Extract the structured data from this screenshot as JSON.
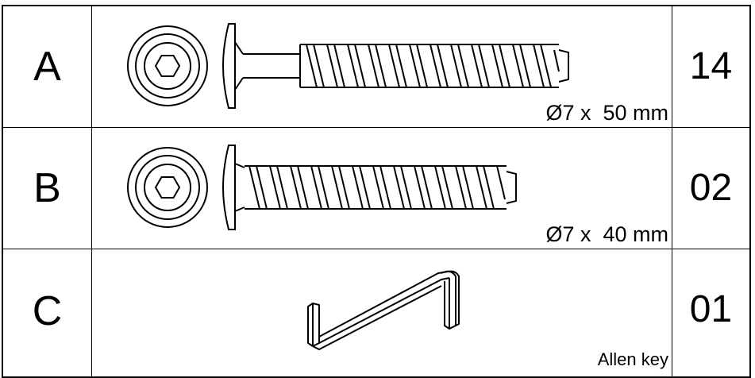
{
  "parts": [
    {
      "letter": "A",
      "quantity": "14",
      "label": "Ø7 x  50 mm",
      "icon": "screw-icon"
    },
    {
      "letter": "B",
      "quantity": "02",
      "label": "Ø7 x  40 mm",
      "icon": "screw-icon"
    },
    {
      "letter": "C",
      "quantity": "01",
      "label": "Allen key",
      "icon": "allen-key-icon"
    }
  ]
}
